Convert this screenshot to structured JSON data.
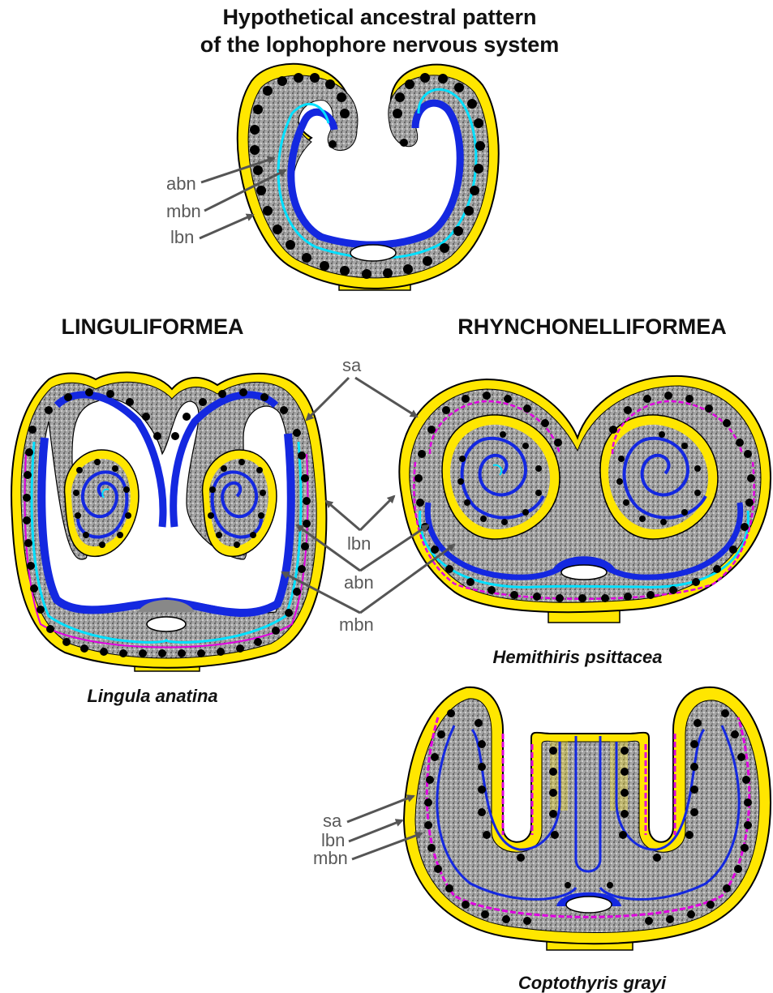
{
  "title": {
    "line1": "Hypothetical ancestral pattern",
    "line2": "of the lophophore nervous system"
  },
  "groups": {
    "left": "LINGULIFORMEA",
    "right": "RHYNCHONELLIFORMEA"
  },
  "species": {
    "lingula": "Lingula anatina",
    "hemithiris": "Hemithiris psittacea",
    "coptothyris": "Coptothyris grayi"
  },
  "labels": {
    "ancestral": {
      "abn": "abn",
      "mbn": "mbn",
      "lbn": "lbn"
    },
    "shared": {
      "sa": "sa",
      "lbn": "lbn",
      "abn": "abn",
      "mbn": "mbn"
    },
    "coptothyris": {
      "sa": "sa",
      "lbn": "lbn",
      "mbn": "mbn"
    }
  },
  "colors": {
    "outer_epithelium": "#ffe600",
    "tissue": "#9a9a9a",
    "cavity_dots": "#000000",
    "abn": "#1428e0",
    "mbn": "#00e0ff",
    "lbn": "#e000e0",
    "arrow": "#555555",
    "label": "#5a5a5a"
  }
}
